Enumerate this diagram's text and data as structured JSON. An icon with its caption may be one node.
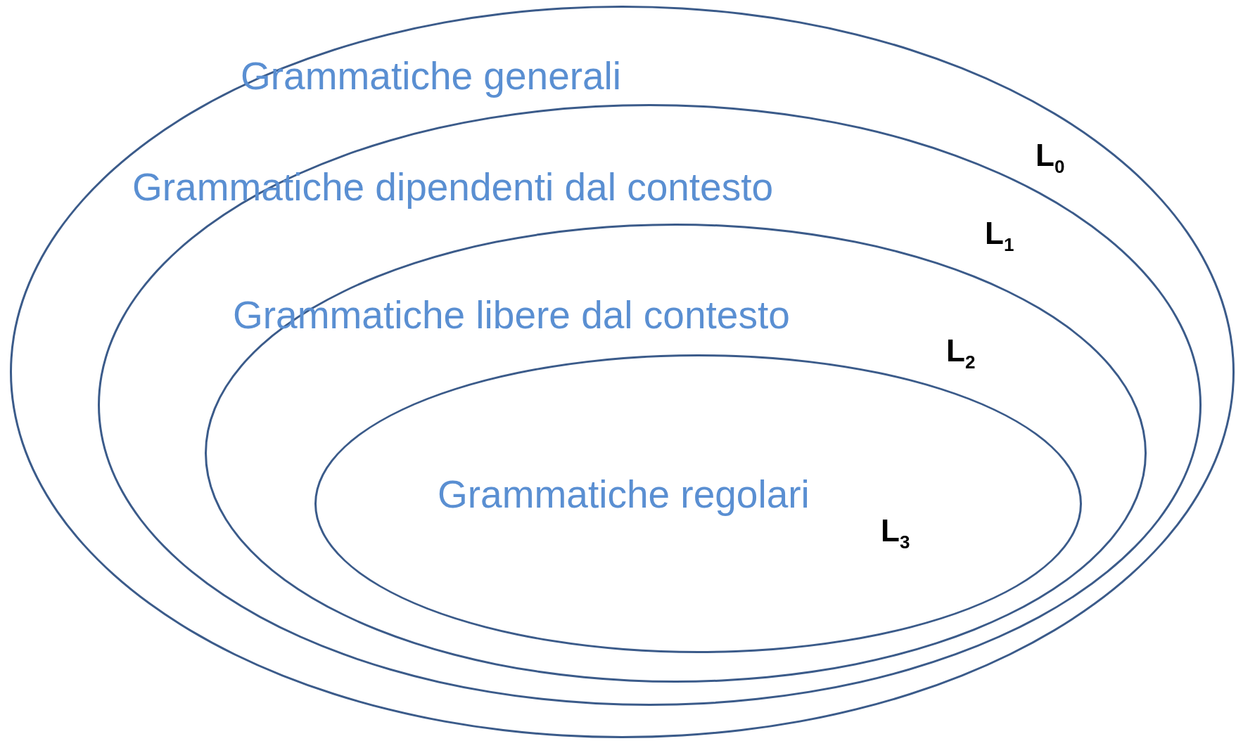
{
  "diagram": {
    "nodes": [
      {
        "text": [
          "Grammatiche generali"
        ]
      },
      {
        "text": [
          "Grammatiche dipendenti dal contesto"
        ],
        "in": 0
      },
      {
        "text": [
          "Grammatiche libere dal contesto"
        ],
        "in": 1
      },
      {
        "text": [
          "Grammatiche regolari"
        ],
        "in": 2
      }
    ],
    "labels": [
      "L$_{0}$",
      "L$_{1}$",
      "L$_{2}$",
      "L$_{3}$"
    ]
  }
}
